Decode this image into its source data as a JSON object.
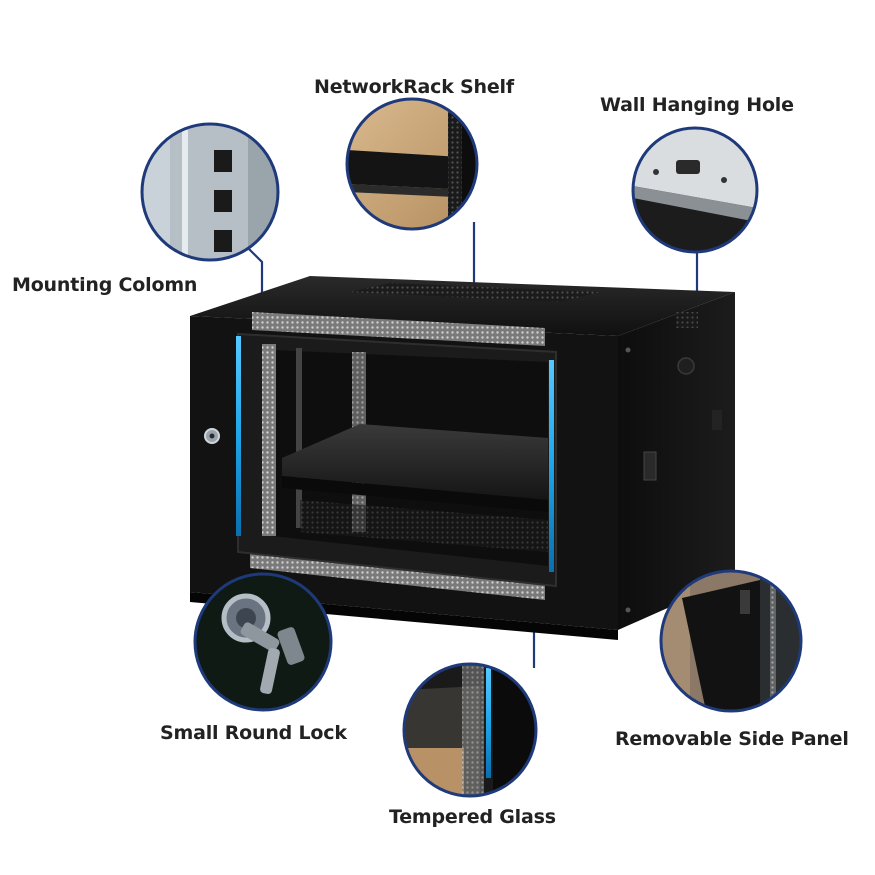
{
  "callouts": {
    "mounting_column": "Mounting Colomn",
    "rack_shelf": "NetworkRack Shelf",
    "wall_hole": "Wall Hanging Hole",
    "round_lock": "Small Round Lock",
    "tempered_glass": "Tempered Glass",
    "side_panel": "Removable Side Panel"
  },
  "colors": {
    "callout_ring": "#1f3a7a",
    "accent_light": "#1ea5e8",
    "cabinet_body": "#141414",
    "label_text": "#222222"
  }
}
